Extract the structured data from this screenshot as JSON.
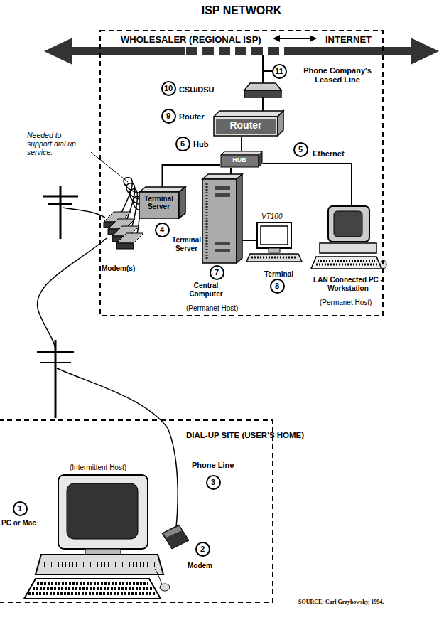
{
  "diagram": {
    "nodes": [
      {
        "text": [
          "ISP NETWORK"
        ]
      },
      {
        "text": [
          "Router"
        ],
        "in": 0
      },
      {
        "text": [
          "HUB"
        ],
        "in": 0
      },
      {
        "text": [
          "Terminal Server"
        ],
        "in": 0
      },
      {
        "text": [
          "DIAL-UP SITE (USER'S HOME)"
        ]
      }
    ],
    "edges": [
      {
        "from": 1,
        "to": 2,
        "arrow": "none"
      },
      {
        "from": 2,
        "to": 3,
        "arrow": "none"
      }
    ],
    "labels": [
      "WHOLESALER (REGIONAL ISP)",
      "INTERNET",
      "11",
      "Phone Company's Leased Line",
      "10",
      "CSU/DSU",
      "9",
      "Router",
      "6",
      "Hub",
      "5",
      "Ethernet",
      "Needed to support dial up service.",
      "VT100",
      "4",
      "Terminal Server",
      "Modem(s)",
      "7",
      "Central Computer",
      "(Permanet Host)",
      "8",
      "Terminal",
      "LAN Connected PC - Workstation",
      "(Permanet Host)",
      "Phone Line",
      "3",
      "(Intermittent Host)",
      "1",
      "PC or Mac",
      "2",
      "Modem",
      "SOURCE: Carl Grzybowsky, 1994."
    ]
  }
}
